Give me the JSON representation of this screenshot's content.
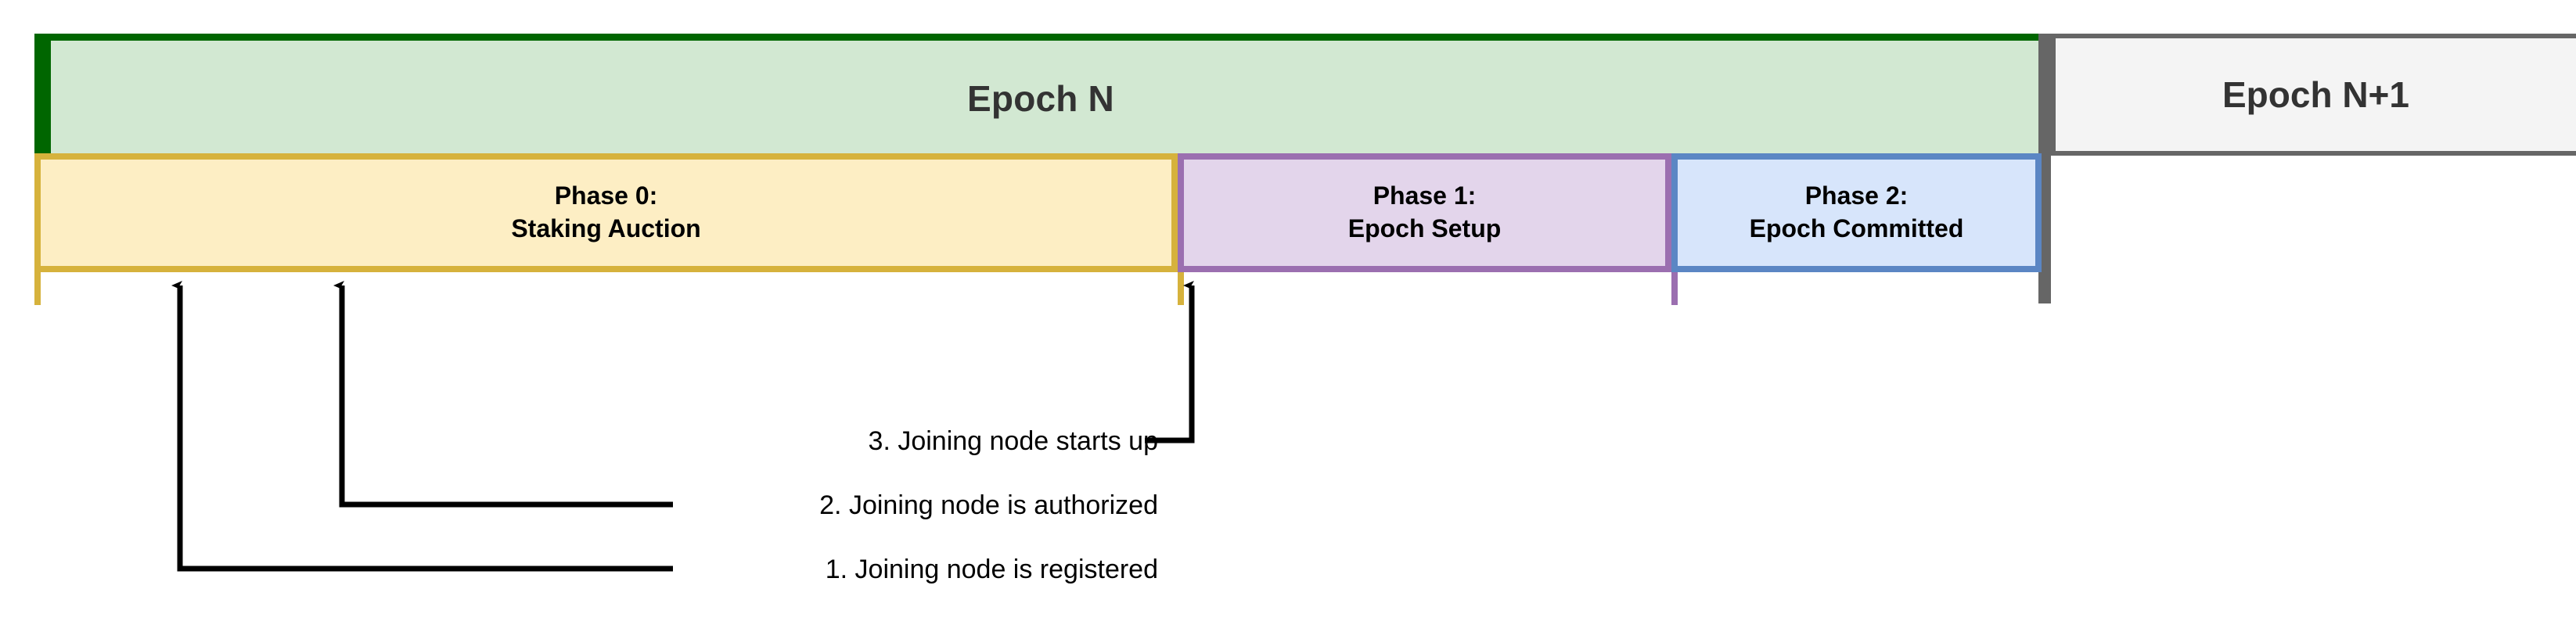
{
  "diagram": {
    "title_epoch_current": "Epoch N",
    "title_epoch_next": "Epoch N+1",
    "colors": {
      "epoch_n_fill": "#d2e8d2",
      "epoch_n_border": "#006600",
      "epoch_next_fill": "#f4f4f4",
      "epoch_next_border": "#666666",
      "phase0_fill": "#fdeec4",
      "phase0_border": "#d6b23c",
      "phase1_fill": "#e3d5eb",
      "phase1_border": "#9b6fb0",
      "phase2_fill": "#d7e5fb",
      "phase2_border": "#5b86c4",
      "text": "#000000",
      "epoch_text": "#333333",
      "leader_line": "#000000"
    }
  },
  "phases": [
    {
      "name": "Phase 0:",
      "subtitle": "Staking Auction"
    },
    {
      "name": "Phase 1:",
      "subtitle": "Epoch Setup"
    },
    {
      "name": "Phase 2:",
      "subtitle": "Epoch Committed"
    }
  ],
  "annotations": [
    {
      "id": 3,
      "label": "3. Joining node starts up"
    },
    {
      "id": 2,
      "label": "2. Joining node is authorized"
    },
    {
      "id": 1,
      "label": "1. Joining node is registered"
    }
  ]
}
